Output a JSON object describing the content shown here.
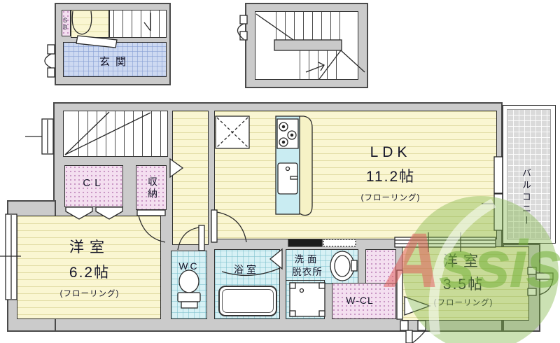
{
  "plan": {
    "first_floor": {
      "shoe_box": "SB",
      "entrance": "玄関"
    },
    "second_floor": {
      "closet": "CL",
      "storage": "収納",
      "ldk": {
        "name": "LDK",
        "size": "11.2帖",
        "flooring": "(フローリング)"
      },
      "bedroom_a": {
        "name": "洋室",
        "size": "6.2帖",
        "flooring": "(フローリング)"
      },
      "wc": "WC",
      "bathroom": "浴室",
      "washroom": {
        "line1": "洗面",
        "line2": "脱衣所"
      },
      "walk_in_closet": "W-CL",
      "bedroom_b": {
        "name": "洋室",
        "size": "3.5帖",
        "flooring": "(フローリング)"
      },
      "balcony": "バルコニー"
    }
  },
  "watermark": {
    "initial": "A",
    "rest": "ssist"
  },
  "colors": {
    "wall_fill": "#cbcbcb",
    "wood_floor": "#faf6d2",
    "closet_pink": "#f4dff0",
    "wet_area_cyan": "#d7f1f5",
    "entrance_blue": "#cdd9f1",
    "balcony_gray": "#dadada",
    "watermark_green": "#7cb542",
    "watermark_red": "#e05f5c"
  }
}
